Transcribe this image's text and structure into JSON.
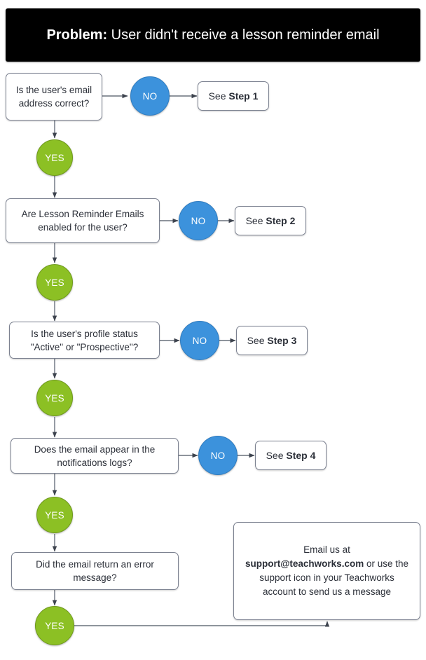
{
  "banner": {
    "lead": "Problem:",
    "rest": " User didn't receive a lesson reminder email"
  },
  "flow": {
    "questions": [
      {
        "id": "q1",
        "text": "Is the user's email address correct?"
      },
      {
        "id": "q2",
        "text": "Are Lesson Reminder Emails enabled for the user?"
      },
      {
        "id": "q3",
        "text": "Is the user's profile status \"Active\" or \"Prospective\"?"
      },
      {
        "id": "q4",
        "text": "Does the email appear in the notifications logs?"
      },
      {
        "id": "q5",
        "text": "Did the email return an error message?"
      }
    ],
    "no_labels": [
      "NO",
      "NO",
      "NO",
      "NO"
    ],
    "yes_labels": [
      "YES",
      "YES",
      "YES",
      "YES",
      "YES"
    ],
    "steps": [
      {
        "prefix": "See ",
        "strong": "Step 1"
      },
      {
        "prefix": "See ",
        "strong": "Step 2"
      },
      {
        "prefix": "See ",
        "strong": "Step 3"
      },
      {
        "prefix": "See ",
        "strong": "Step 4"
      }
    ],
    "support": {
      "line1": "Email us at",
      "email": "support@teachworks.com",
      "line2": " or use the support icon in your Teachworks account to send us a message"
    }
  },
  "colors": {
    "banner_bg": "#000000",
    "yes_fill": "#8CC024",
    "no_fill": "#3C92DC",
    "node_border": "#7b8190",
    "connector": "#69707c",
    "text": "#2b2f38"
  }
}
